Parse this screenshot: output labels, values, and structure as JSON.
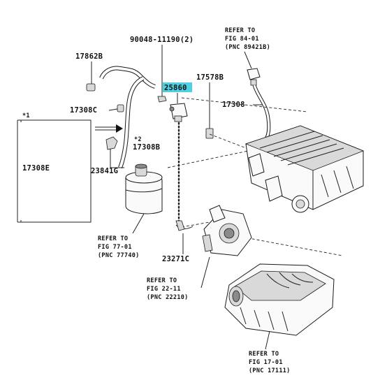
{
  "labels": {
    "p90048": "90048-11190(2)",
    "p17862": "17862B",
    "p17578": "17578B",
    "p25860": "25860",
    "p17308c": "17308C",
    "p17308": "17308",
    "p17308e": "17308E",
    "p17308b": "17308B",
    "p23841": "23841G",
    "p23271": "23271C",
    "inset_mark": "*1",
    "b_mark": "*2"
  },
  "refs": {
    "fig84": {
      "l1": "REFER TO",
      "l2": "FIG 84-01",
      "l3": "(PNC 89421B)"
    },
    "fig77": {
      "l1": "REFER TO",
      "l2": "FIG 77-01",
      "l3": "(PNC 77740)"
    },
    "fig22": {
      "l1": "REFER TO",
      "l2": "FIG 22-11",
      "l3": "(PNC 22210)"
    },
    "fig17": {
      "l1": "REFER TO",
      "l2": "FIG 17-01",
      "l3": "(PNC 17111)"
    }
  },
  "colors": {
    "highlight": "#4dd0e1",
    "ink": "#111111"
  }
}
